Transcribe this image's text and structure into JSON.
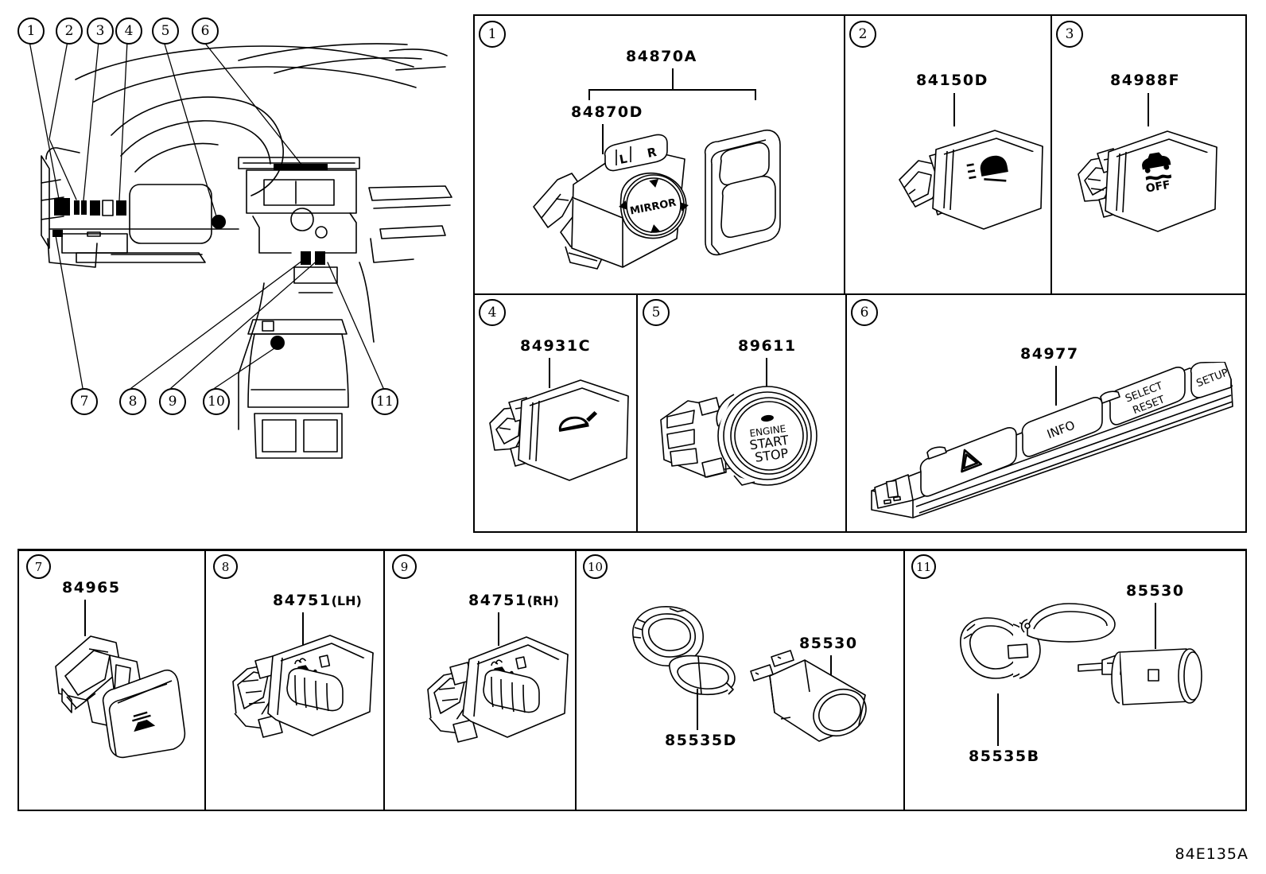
{
  "diagram": {
    "reference_code": "84E135A",
    "line_color": "#000000",
    "background": "#ffffff"
  },
  "vehicle_view": {
    "name": "instrument-panel-and-console-illustration",
    "callouts": [
      {
        "n": "1"
      },
      {
        "n": "2"
      },
      {
        "n": "3"
      },
      {
        "n": "4"
      },
      {
        "n": "5"
      },
      {
        "n": "6"
      },
      {
        "n": "7"
      },
      {
        "n": "8"
      },
      {
        "n": "9"
      },
      {
        "n": "10"
      },
      {
        "n": "11"
      }
    ]
  },
  "panels": [
    {
      "number": "1",
      "name": "mirror-switch-panel",
      "parts": [
        {
          "code": "84870A",
          "label": "84870A"
        },
        {
          "code": "84870D",
          "label": "84870D"
        }
      ],
      "markings": {
        "left": "L",
        "right": "R",
        "pad": "MIRROR"
      }
    },
    {
      "number": "2",
      "name": "fog-lamp-switch-panel",
      "parts": [
        {
          "code": "84150D",
          "label": "84150D"
        }
      ],
      "markings": {
        "icon": "fog-lamp-icon"
      }
    },
    {
      "number": "3",
      "name": "vsc-off-switch-panel",
      "parts": [
        {
          "code": "84988F",
          "label": "84988F"
        }
      ],
      "markings": {
        "icon": "vsc-off-icon",
        "text": "OFF"
      }
    },
    {
      "number": "4",
      "name": "back-door-switch-panel",
      "parts": [
        {
          "code": "84931C",
          "label": "84931C"
        }
      ],
      "markings": {
        "icon": "back-door-icon"
      }
    },
    {
      "number": "5",
      "name": "engine-start-stop-switch-panel",
      "parts": [
        {
          "code": "89611",
          "label": "89611"
        }
      ],
      "markings": {
        "line1": "ENGINE",
        "line2": "START",
        "line3": "STOP"
      }
    },
    {
      "number": "6",
      "name": "meter-control-switch-panel",
      "parts": [
        {
          "code": "84977",
          "label": "84977"
        }
      ],
      "buttons": [
        "INFO",
        "SELECT",
        "RESET",
        "SETUP"
      ],
      "markings": {
        "hazard": "hazard-triangle-icon"
      }
    },
    {
      "number": "7",
      "name": "switch-panel-84965",
      "parts": [
        {
          "code": "84965",
          "label": "84965"
        }
      ]
    },
    {
      "number": "8",
      "name": "seat-heater-switch-lh-panel",
      "parts": [
        {
          "code": "84751",
          "label": "84751",
          "suffix": "(LH)"
        }
      ],
      "markings": {
        "icon": "seat-heater-icon"
      }
    },
    {
      "number": "9",
      "name": "seat-heater-switch-rh-panel",
      "parts": [
        {
          "code": "84751",
          "label": "84751",
          "suffix": "(RH)"
        }
      ],
      "markings": {
        "icon": "seat-heater-icon"
      }
    },
    {
      "number": "10",
      "name": "power-outlet-socket-panel",
      "parts": [
        {
          "code": "85535D",
          "label": "85535D"
        },
        {
          "code": "85530",
          "label": "85530"
        }
      ]
    },
    {
      "number": "11",
      "name": "cigarette-lighter-socket-panel",
      "parts": [
        {
          "code": "85535B",
          "label": "85535B"
        },
        {
          "code": "85530",
          "label": "85530"
        }
      ]
    }
  ]
}
